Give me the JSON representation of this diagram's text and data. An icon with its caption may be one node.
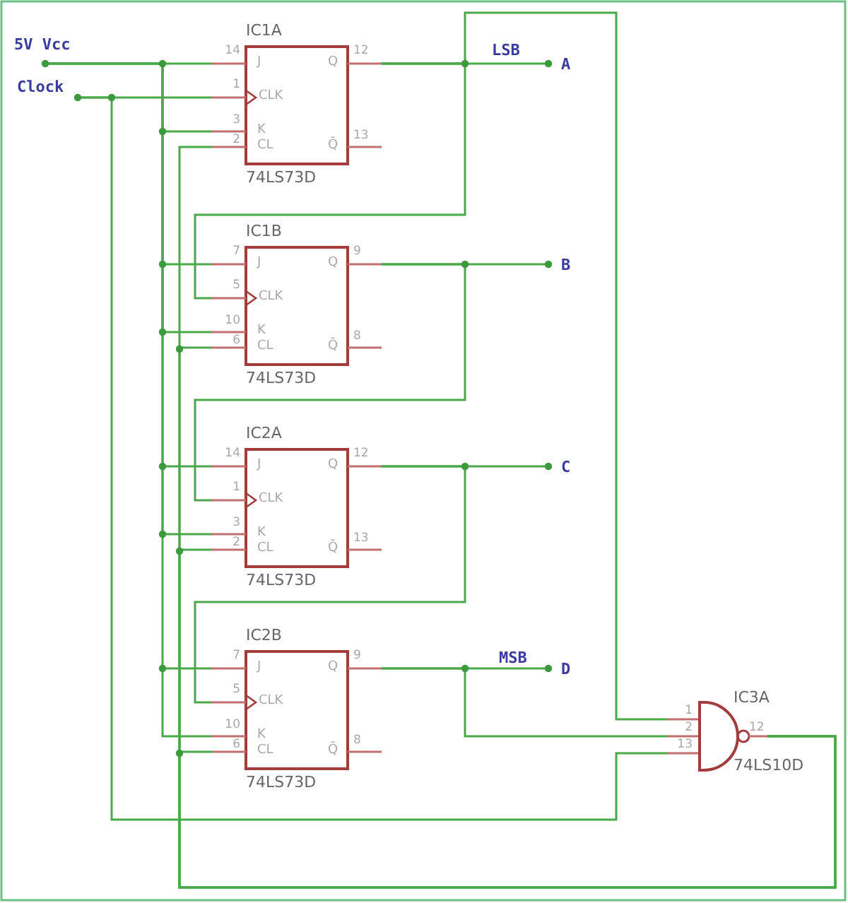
{
  "diagram": {
    "nodes": [
      {
        "text": [
          "5V Vcc"
        ]
      },
      {
        "text": [
          "Clock"
        ]
      },
      {
        "text": [
          "IC1A",
          "J",
          "Q",
          "CLK",
          "K",
          "CL",
          "Q̄",
          "74LS73D"
        ],
        "beside": [
          "14",
          "12",
          "1",
          "3",
          "2",
          "13"
        ]
      },
      {
        "text": [
          "A"
        ]
      },
      {
        "text": [
          "IC1B",
          "J",
          "Q",
          "CLK",
          "K",
          "CL",
          "Q̄",
          "74LS73D"
        ],
        "beside": [
          "7",
          "9",
          "5",
          "10",
          "6",
          "8"
        ]
      },
      {
        "text": [
          "B"
        ]
      },
      {
        "text": [
          "IC2A",
          "J",
          "Q",
          "CLK",
          "K",
          "CL",
          "Q̄",
          "74LS73D"
        ],
        "beside": [
          "14",
          "12",
          "1",
          "3",
          "2",
          "13"
        ]
      },
      {
        "text": [
          "C"
        ]
      },
      {
        "text": [
          "IC2B",
          "J",
          "Q",
          "CLK",
          "K",
          "CL",
          "Q̄",
          "74LS73D"
        ],
        "beside": [
          "7",
          "9",
          "5",
          "10",
          "6",
          "8"
        ]
      },
      {
        "text": [
          "D"
        ]
      },
      {
        "text": [
          "IC3A",
          "1",
          "12",
          "2",
          "13",
          "74LS10D"
        ]
      }
    ],
    "edges": [
      {
        "from": 0,
        "to": 2,
        "arrow": "none"
      },
      {
        "from": 0,
        "to": 4,
        "arrow": "none"
      },
      {
        "from": 0,
        "to": 6,
        "arrow": "none"
      },
      {
        "from": 0,
        "to": 8,
        "arrow": "none"
      },
      {
        "from": 1,
        "to": 2,
        "arrow": "none"
      },
      {
        "from": 1,
        "to": 10,
        "arrow": "none"
      },
      {
        "from": 2,
        "to": 3,
        "arrow": "none",
        "label": "LSB"
      },
      {
        "from": 2,
        "to": 4,
        "arrow": "none"
      },
      {
        "from": 2,
        "to": 10,
        "arrow": "none"
      },
      {
        "from": 4,
        "to": 5,
        "arrow": "none"
      },
      {
        "from": 4,
        "to": 6,
        "arrow": "none"
      },
      {
        "from": 6,
        "to": 7,
        "arrow": "none"
      },
      {
        "from": 6,
        "to": 8,
        "arrow": "none"
      },
      {
        "from": 8,
        "to": 9,
        "arrow": "none",
        "label": "MSB"
      },
      {
        "from": 8,
        "to": 10,
        "arrow": "none"
      },
      {
        "from": 10,
        "to": 2,
        "arrow": "none"
      },
      {
        "from": 10,
        "to": 4,
        "arrow": "none"
      },
      {
        "from": 10,
        "to": 6,
        "arrow": "none"
      },
      {
        "from": 10,
        "to": 8,
        "arrow": "none"
      }
    ]
  }
}
